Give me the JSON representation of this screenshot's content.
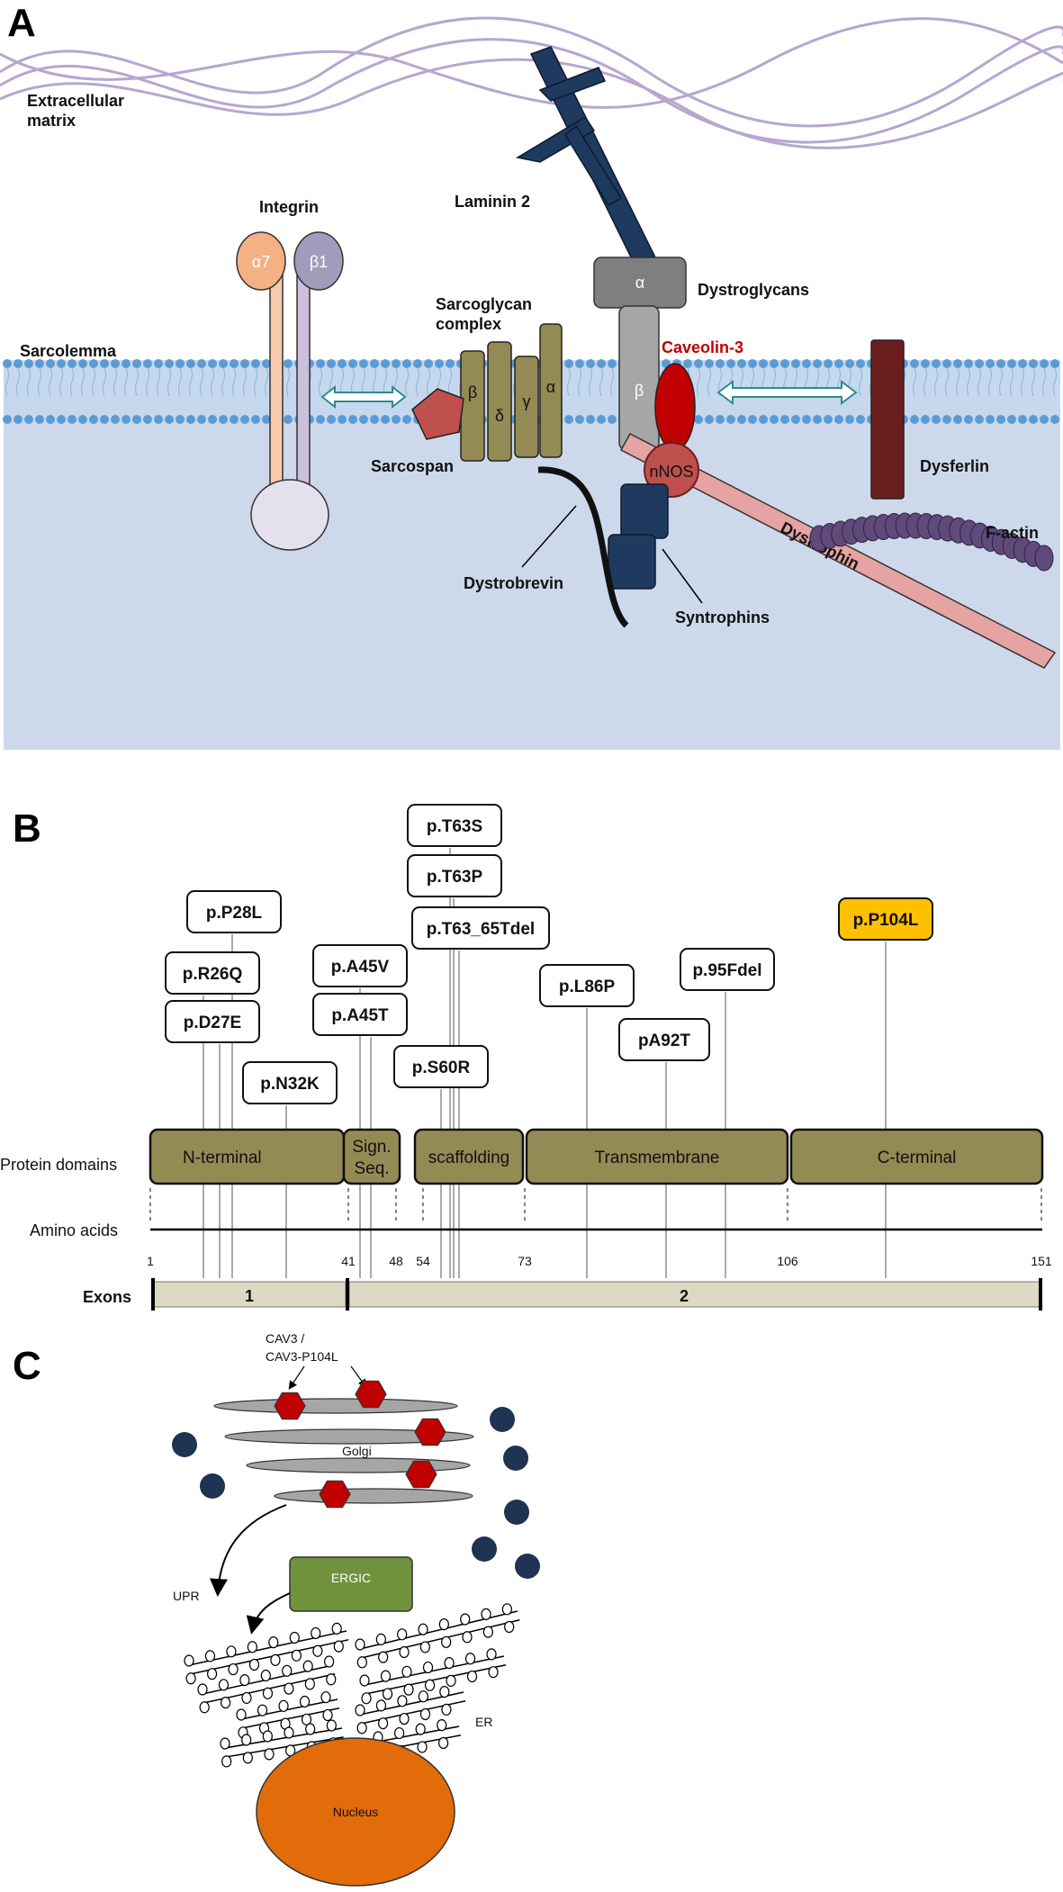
{
  "panels": {
    "a": "A",
    "b": "B",
    "c": "C"
  },
  "panel_a": {
    "extracellular_matrix": [
      "Extracellular",
      "matrix"
    ],
    "integrin": "Integrin",
    "alpha7": "α7",
    "beta1": "β1",
    "laminin": "Laminin 2",
    "sarcoglycan": [
      "Sarcoglycan",
      "complex"
    ],
    "sg_beta": "β",
    "sg_delta": "δ",
    "sg_gamma": "γ",
    "sg_alpha": "α",
    "dystroglycans": "Dystroglycans",
    "dg_alpha": "α",
    "dg_beta": "β",
    "sarcolemma": "Sarcolemma",
    "caveolin": "Caveolin-3",
    "sarcospan": "Sarcospan",
    "nnos": "nNOS",
    "dysferlin": "Dysferlin",
    "factin": "F-actin",
    "dystrophin": "Dystrophin",
    "dystrobrevin": "Dystrobrevin",
    "syntrophins": "Syntrophins",
    "colors": {
      "caveolin": "#c00000",
      "membrane_head": "#5b9bd5",
      "cytoplasm": "#cdd9ea",
      "sarcoglycan": "#948a54",
      "dystrophin": "#e6a3a3"
    }
  },
  "panel_b": {
    "row_labels": {
      "domains": "Protein domains",
      "amino": "Amino acids",
      "exons": "Exons"
    },
    "domains": [
      {
        "label": "N-terminal",
        "start": 1,
        "end": 41
      },
      {
        "label": "Sign.",
        "label2": "Seq.",
        "start": 41,
        "end": 54
      },
      {
        "label": "scaffolding",
        "start": 54,
        "end": 73
      },
      {
        "label": "Transmembrane",
        "start": 73,
        "end": 106
      },
      {
        "label": "C-terminal",
        "start": 106,
        "end": 151
      }
    ],
    "ticks": [
      "1",
      "41",
      "48",
      "54",
      "73",
      "106",
      "151"
    ],
    "exons": [
      "1",
      "2"
    ],
    "mutations": [
      "p.P28L",
      "p.R26Q",
      "p.D27E",
      "p.N32K",
      "p.A45V",
      "p.A45T",
      "p.T63S",
      "p.T63P",
      "p.T63_65Tdel",
      "p.S60R",
      "p.L86P",
      "pA92T",
      "p.95Fdel",
      "p.P104L"
    ],
    "highlight_color": "#ffc000"
  },
  "panel_c": {
    "cav_label": [
      "CAV3 /",
      "CAV3-P104L"
    ],
    "golgi": "Golgi",
    "upr": "UPR",
    "ergic": "ERGIC",
    "er": "ER",
    "nucleus": "Nucleus",
    "colors": {
      "ergic": "#70923d",
      "nucleus": "#e36c0a",
      "hexagon": "#c00000",
      "vesicle": "#1f3352"
    }
  }
}
